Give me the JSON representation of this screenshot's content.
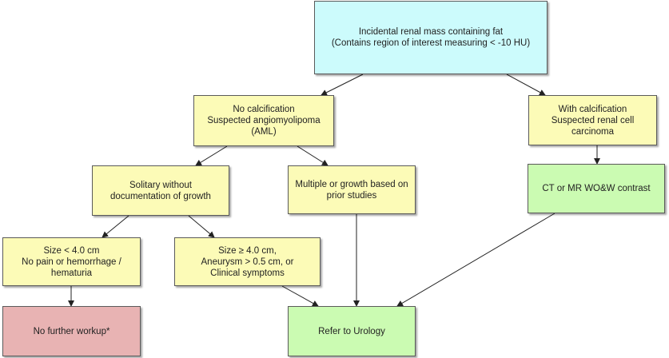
{
  "colors": {
    "cyan": "#ccfbfc",
    "yellow": "#fcfbb7",
    "green": "#cbfbb2",
    "red": "#e8b3b3",
    "edge": "#222222"
  },
  "nodes": {
    "root": {
      "text": "Incidental renal mass containing fat\n(Contains region of interest measuring < -10 HU)",
      "color": "cyan"
    },
    "aml": {
      "text": "No calcification\nSuspected angiomyolipoma\n(AML)",
      "color": "yellow"
    },
    "rcc": {
      "text": "With calcification\nSuspected renal cell\ncarcinoma",
      "color": "yellow"
    },
    "solitary": {
      "text": "Solitary without\ndocumentation of growth",
      "color": "yellow"
    },
    "multiple": {
      "text": "Multiple or growth based on\nprior studies",
      "color": "yellow"
    },
    "ct": {
      "text": "CT or MR WO&W contrast",
      "color": "green"
    },
    "small": {
      "text": "Size < 4.0 cm\nNo pain or hemorrhage /\nhematuria",
      "color": "yellow"
    },
    "large": {
      "text": "Size ≥ 4.0 cm,\nAneurysm > 0.5 cm, or\nClinical symptoms",
      "color": "yellow"
    },
    "nowork": {
      "text": "No further workup*",
      "color": "red"
    },
    "urology": {
      "text": "Refer to Urology",
      "color": "green"
    }
  },
  "edges": [
    [
      "root",
      "aml"
    ],
    [
      "root",
      "rcc"
    ],
    [
      "aml",
      "solitary"
    ],
    [
      "aml",
      "multiple"
    ],
    [
      "rcc",
      "ct"
    ],
    [
      "solitary",
      "small"
    ],
    [
      "solitary",
      "large"
    ],
    [
      "small",
      "nowork"
    ],
    [
      "large",
      "urology"
    ],
    [
      "multiple",
      "urology"
    ],
    [
      "ct",
      "urology"
    ]
  ]
}
